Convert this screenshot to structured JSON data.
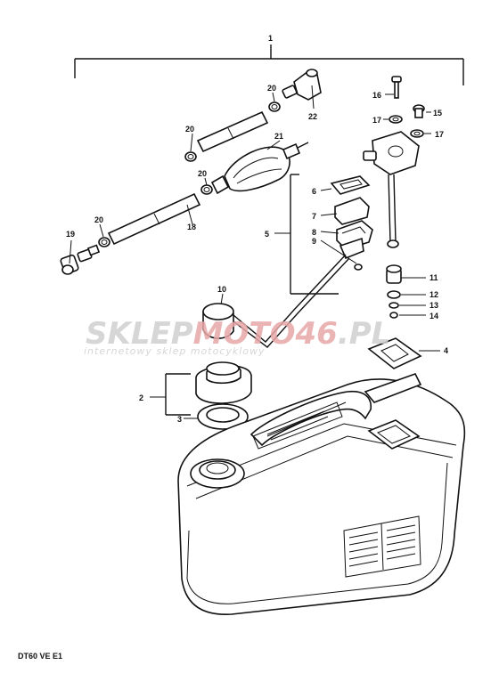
{
  "labels": {
    "p1": "1",
    "p2": "2",
    "p3": "3",
    "p4": "4",
    "p5": "5",
    "p6": "6",
    "p7": "7",
    "p8": "8",
    "p9": "9",
    "p10": "10",
    "p11": "11",
    "p12": "12",
    "p13": "13",
    "p14": "14",
    "p15": "15",
    "p16": "16",
    "p17a": "17",
    "p17b": "17",
    "p18": "18",
    "p19": "19",
    "p20a": "20",
    "p20b": "20",
    "p20c": "20",
    "p20d": "20",
    "p21": "21",
    "p22": "22"
  },
  "watermark": {
    "brand_part1": "SKLEP",
    "brand_part2": "MOTO",
    "brand_part3": "46",
    "brand_part4": ".PL",
    "tagline": "internetowy sklep motocyklowy",
    "color_gray": "#cfcfcf",
    "color_red": "#e8a7a7"
  },
  "footer": {
    "model_code": "DT60 VE E1"
  }
}
